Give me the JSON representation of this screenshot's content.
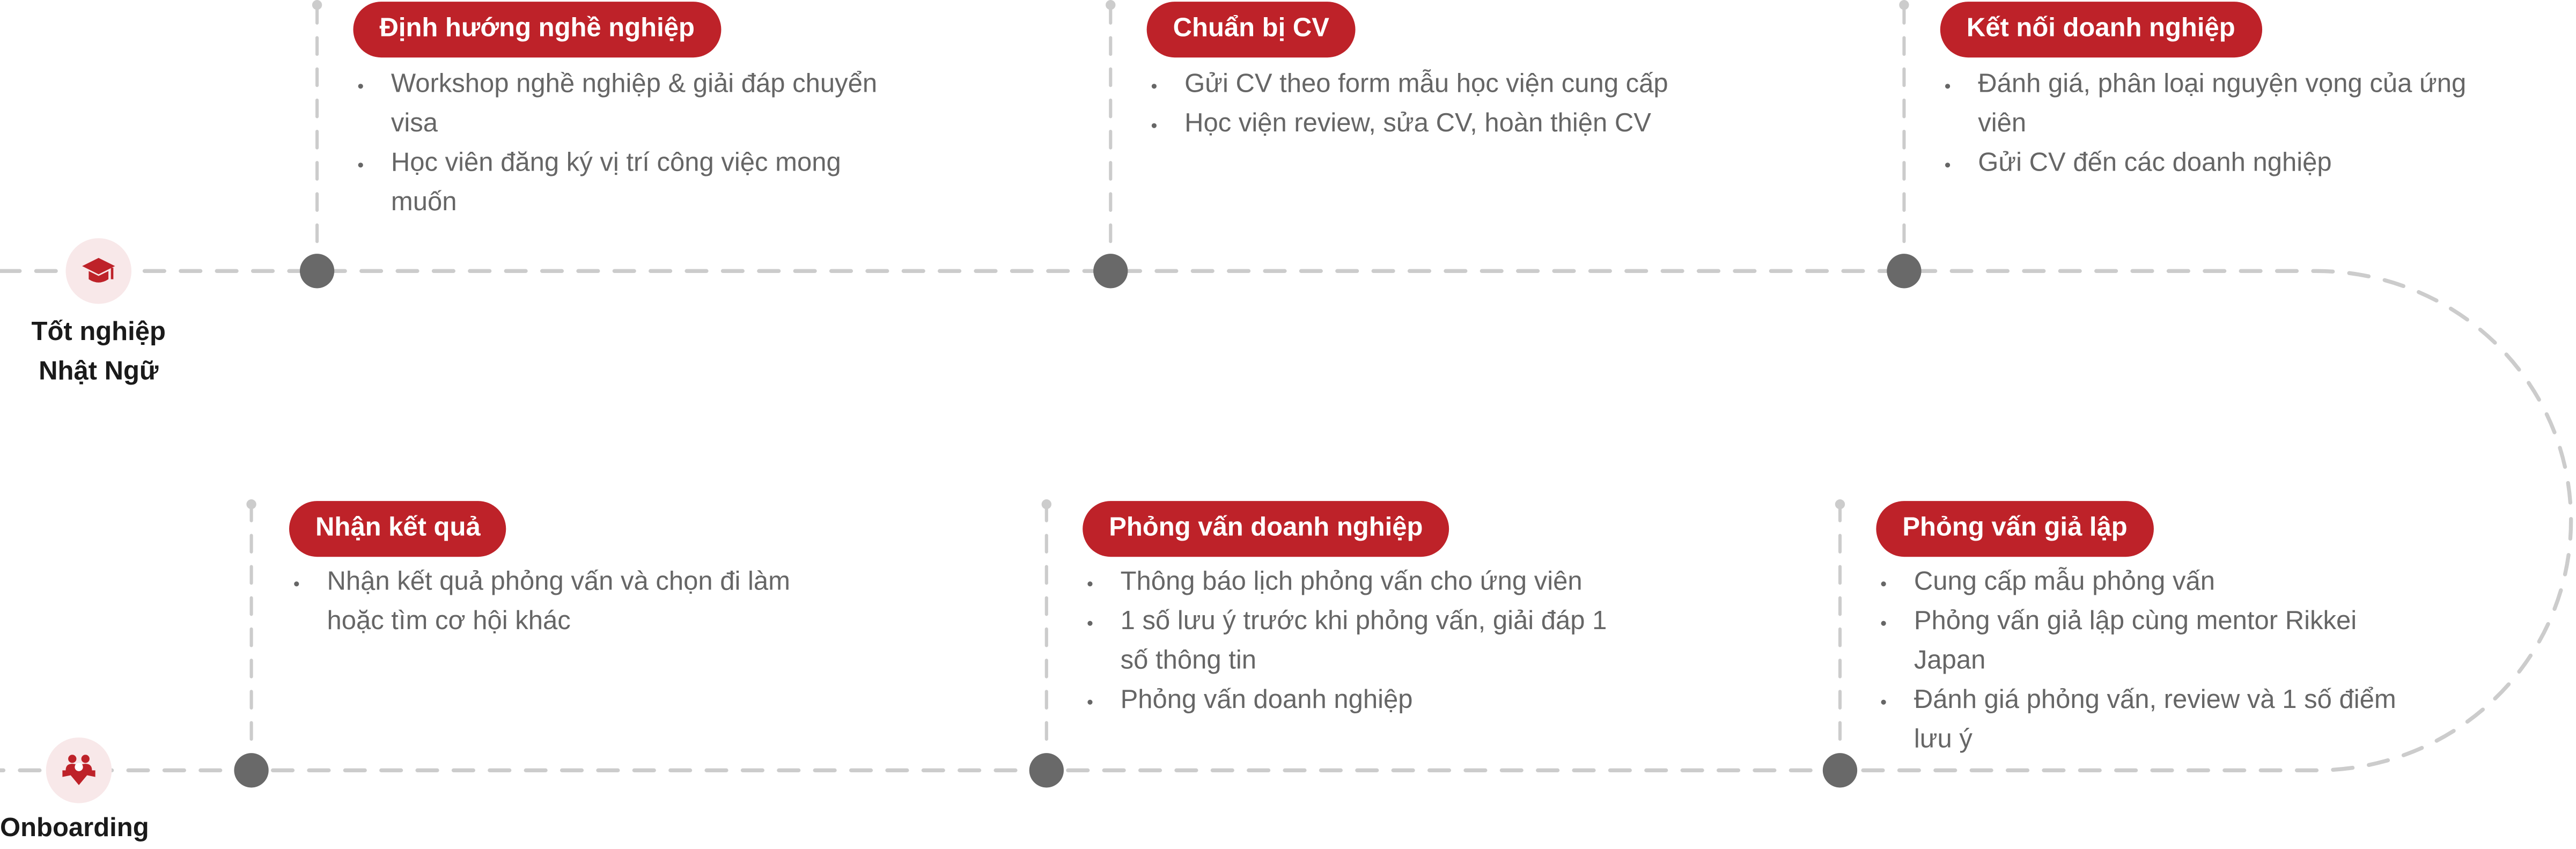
{
  "colors": {
    "accent": "#BE2229",
    "dot": "#696969",
    "line": "#CCCCCC",
    "text": "#666666",
    "icon_bg": "#F8E8E9"
  },
  "start": {
    "icon": "graduation-cap-icon",
    "label_line1": "Tốt nghiệp",
    "label_line2": "Nhật Ngữ"
  },
  "end": {
    "icon": "handshake-team-icon",
    "label": "Onboarding"
  },
  "steps_top": [
    {
      "title": "Định hướng nghề nghiệp",
      "items": [
        "Workshop nghề nghiệp & giải đáp chuyển visa",
        "Học viên đăng ký vị trí công việc mong muốn"
      ]
    },
    {
      "title": "Chuẩn bị CV",
      "items": [
        "Gửi CV theo form mẫu học viện cung cấp",
        "Học viện review, sửa CV, hoàn thiện CV"
      ]
    },
    {
      "title": "Kết nối doanh nghiệp",
      "items": [
        "Đánh giá, phân loại nguyện vọng của ứng viên",
        "Gửi CV đến các doanh nghiệp"
      ]
    }
  ],
  "steps_bottom": [
    {
      "title": "Nhận kết quả",
      "items": [
        "Nhận kết quả phỏng vấn và chọn đi làm hoặc tìm cơ hội khác"
      ]
    },
    {
      "title": "Phỏng vấn doanh nghiệp",
      "items": [
        "Thông báo lịch phỏng vấn cho ứng viên",
        "1 số lưu ý trước khi phỏng vấn, giải đáp 1 số thông tin",
        "Phỏng vấn doanh nghiệp"
      ]
    },
    {
      "title": "Phỏng vấn giả lập",
      "items": [
        "Cung cấp mẫu phỏng vấn",
        "Phỏng vấn giả lập cùng mentor Rikkei Japan",
        "Đánh giá phỏng vấn, review và 1 số điểm lưu ý"
      ]
    }
  ]
}
